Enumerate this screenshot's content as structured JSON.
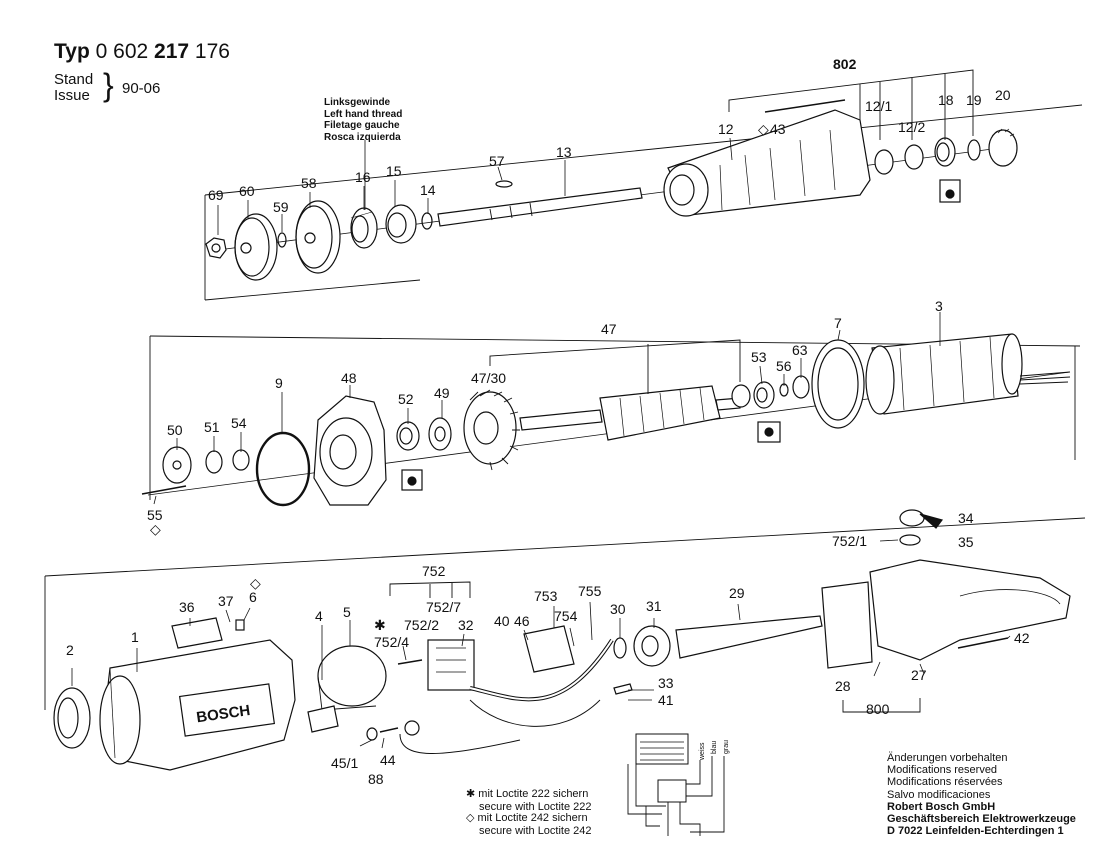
{
  "header": {
    "typ_label": "Typ",
    "typ_prefix": "0 602",
    "typ_bold": "217",
    "typ_suffix": "176",
    "stand_label": "Stand",
    "issue_label": "Issue",
    "stand_value": "90-06"
  },
  "left_hand_note": [
    "Linksgewinde",
    "Left hand thread",
    "Filetage gauche",
    "Rosca izquierda"
  ],
  "part_numbers": {
    "p69": "69",
    "p60": "60",
    "p59": "59",
    "p58": "58",
    "p16": "16",
    "p15": "15",
    "p14": "14",
    "p57": "57",
    "p13": "13",
    "p802": "802",
    "p12": "12",
    "p43": "43",
    "p12_1": "12/1",
    "p12_2": "12/2",
    "p18": "18",
    "p19": "19",
    "p20": "20",
    "p47": "47",
    "p47_30": "47/30",
    "p48": "48",
    "p9": "9",
    "p50": "50",
    "p51": "51",
    "p54": "54",
    "p52": "52",
    "p49": "49",
    "p53": "53",
    "p56": "56",
    "p63": "63",
    "p7": "7",
    "p3": "3",
    "p55": "55",
    "p752": "752",
    "p752_7": "752/7",
    "p752_2": "752/2",
    "p752_4": "752/4",
    "p32": "32",
    "p36": "36",
    "p37": "37",
    "p6": "6",
    "p2": "2",
    "p1": "1",
    "p4": "4",
    "p5": "5",
    "p40": "40",
    "p46": "46",
    "p753": "753",
    "p754": "754",
    "p755": "755",
    "p30": "30",
    "p31": "31",
    "p29": "29",
    "p752_1": "752/1",
    "p34": "34",
    "p35": "35",
    "p42": "42",
    "p28": "28",
    "p27": "27",
    "p800": "800",
    "p33": "33",
    "p41": "41",
    "p45_1": "45/1",
    "p44": "44",
    "p88": "88"
  },
  "nameplate_text": "BOSCH",
  "wire_labels": [
    "weiss",
    "blau",
    "grau"
  ],
  "legend": {
    "loctite222_de": "mit Loctite 222 sichern",
    "loctite222_en": "secure with Loctite 222",
    "loctite242_de": "mit Loctite 242 sichern",
    "loctite242_en": "secure with Loctite 242"
  },
  "footer": {
    "lines": [
      "Änderungen vorbehalten",
      "Modifications reserved",
      "Modifications réservées",
      "Salvo modificaciones"
    ],
    "company_lines": [
      "Robert Bosch GmbH",
      "Geschäftsbereich Elektrowerkzeuge",
      "D 7022 Leinfelden-Echterdingen 1"
    ]
  }
}
